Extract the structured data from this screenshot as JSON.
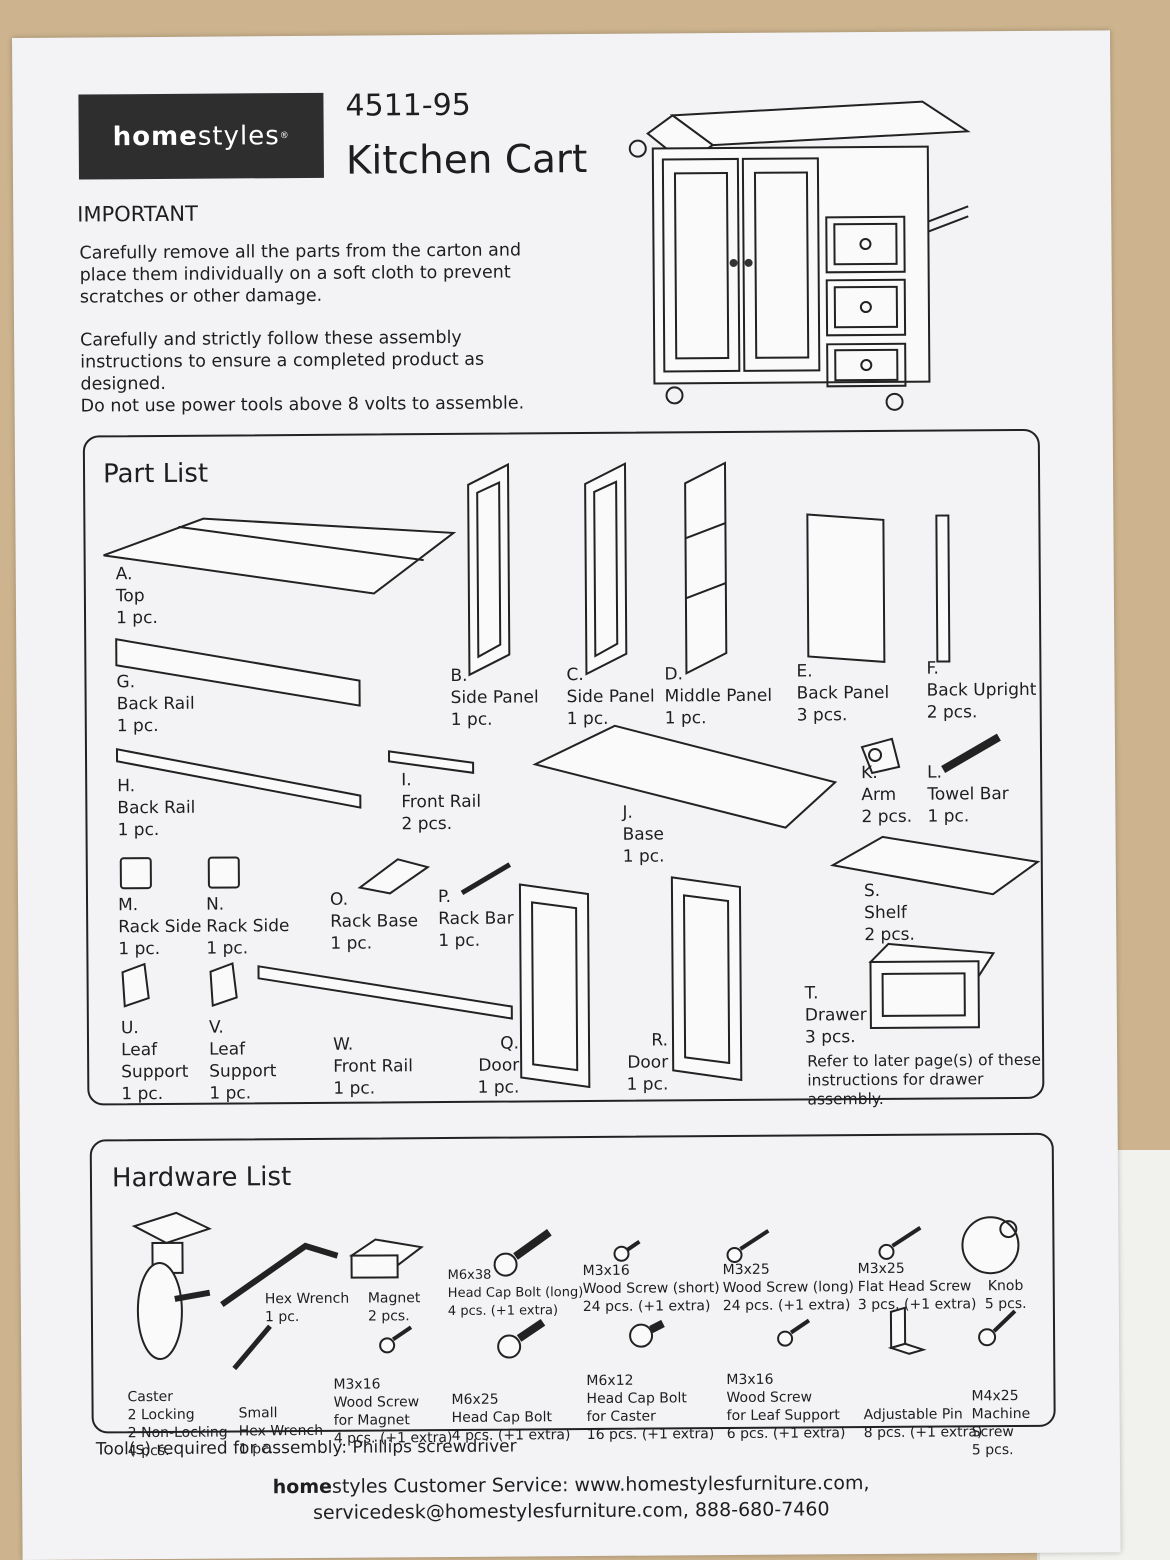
{
  "header": {
    "brand_bold": "home",
    "brand_light": "styles",
    "model": "4511-95",
    "title": "Kitchen Cart"
  },
  "important": {
    "heading": "IMPORTANT",
    "p1": "Carefully remove all the parts from the carton and place them individually on a soft cloth to prevent scratches or other damage.",
    "p2": "Carefully and strictly follow these assembly instructions to ensure a completed product as designed.",
    "p3": "Do not use power tools above 8 volts to assemble."
  },
  "part_list": {
    "title": "Part List",
    "parts": {
      "A": "A.\nTop\n1 pc.",
      "B": "B.\nSide Panel\n1 pc.",
      "C": "C.\nSide Panel\n1 pc.",
      "D": "D.\nMiddle Panel\n1 pc.",
      "E": "E.\nBack Panel\n3 pcs.",
      "F": "F.\nBack Upright\n2 pcs.",
      "G": "G.\nBack Rail\n1 pc.",
      "H": "H.\nBack Rail\n1 pc.",
      "I": "I.\nFront Rail\n2 pcs.",
      "J": "J.\nBase\n1 pc.",
      "K": "K.\nArm\n2 pcs.",
      "L": "L.\nTowel Bar\n1 pc.",
      "M": "M.\nRack Side\n1 pc.",
      "N": "N.\nRack Side\n1 pc.",
      "O": "O.\nRack Base\n1 pc.",
      "P": "P.\nRack Bar\n1 pc.",
      "Q": "Q.\nDoor\n1 pc.",
      "R": "R.\nDoor\n1 pc.",
      "S": "S.\nShelf\n2 pcs.",
      "T": "T.\nDrawer\n3 pcs.",
      "U": "U.\nLeaf\nSupport\n1 pc.",
      "V": "V.\nLeaf\nSupport\n1 pc.",
      "W": "W.\nFront Rail\n1 pc."
    },
    "drawer_note": "Refer to later page(s) of these\ninstructions for drawer assembly."
  },
  "hardware_list": {
    "title": "Hardware List",
    "items": {
      "hex_wrench": "Hex Wrench\n1 pc.",
      "magnet": "Magnet\n2 pcs.",
      "m6x38": "M6x38\nHead Cap Bolt (long)\n4 pcs. (+1 extra)",
      "m3x16_short": "M3x16\nWood Screw (short)\n24 pcs. (+1 extra)",
      "m3x25_long": "M3x25\nWood Screw (long)\n24 pcs. (+1 extra)",
      "m3x25_flat": "M3x25\nFlat Head Screw\n3 pcs. (+1 extra)",
      "knob": "Knob\n5 pcs.",
      "caster": "Caster\n2 Locking\n2 Non-Locking\n4 pcs.",
      "small_hex": "Small\nHex Wrench\n1 pc.",
      "m3x16_magnet": "M3x16\nWood Screw\nfor Magnet\n4 pcs. (+1 extra)",
      "m6x25": "M6x25\nHead Cap Bolt\n4 pcs. (+1 extra)",
      "m6x12": "M6x12\nHead Cap Bolt\nfor Caster\n16 pcs. (+1 extra)",
      "m3x16_leaf": "M3x16\nWood Screw\nfor Leaf Support\n6 pcs. (+1 extra)",
      "adj_pin": "Adjustable Pin\n8 pcs. (+1 extra)",
      "m4x25": "M4x25\nMachine Screw\n5 pcs."
    }
  },
  "tools": "Tool(s) required for assembly: Phillips screwdriver",
  "footer": {
    "brand_bold": "home",
    "line1_rest": "styles Customer Service: www.homestylesfurniture.com,",
    "line2": "servicedesk@homestylesfurniture.com, 888-680-7460"
  }
}
